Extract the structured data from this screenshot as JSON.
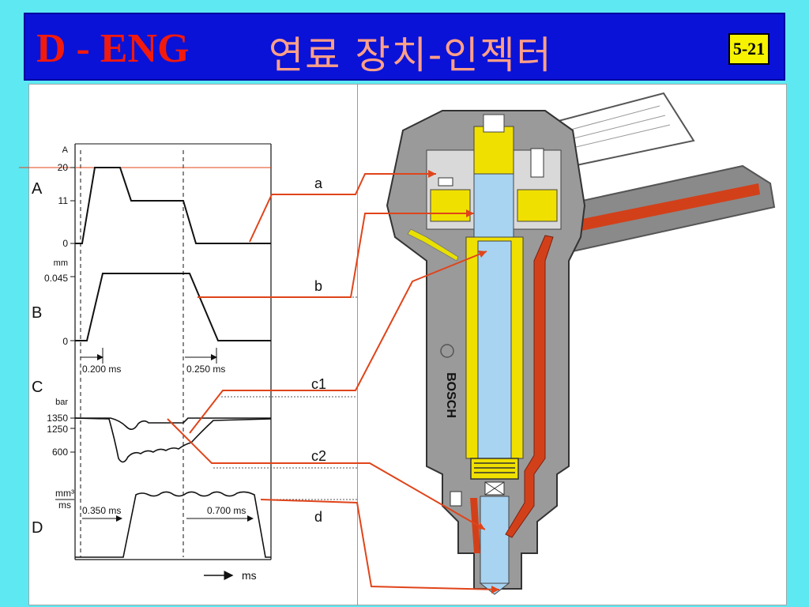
{
  "title": {
    "main": "D - ENG",
    "korean": "연료 장치-인젝터",
    "badge": "5-21"
  },
  "graph": {
    "panel_a": {
      "label": "A",
      "unit": "A",
      "ticks": [
        "20",
        "11",
        "0"
      ]
    },
    "panel_b": {
      "label": "B",
      "unit": "mm",
      "ticks": [
        "0.045",
        "0"
      ]
    },
    "panel_c": {
      "label": "C",
      "unit": "bar",
      "ticks": [
        "1350",
        "1250",
        "600"
      ]
    },
    "panel_d": {
      "label": "D",
      "unit_top": "mm³",
      "unit_bottom": "ms"
    },
    "intervals": {
      "t1": "0.200 ms",
      "t2": "0.250 ms",
      "t3": "0.350 ms",
      "t4": "0.700 ms"
    },
    "x_axis": "ms"
  },
  "callouts": [
    "a",
    "b",
    "c1",
    "c2",
    "d"
  ],
  "injector": {
    "brand_text": "BOSCH"
  },
  "colors": {
    "background": "#5ee8f2",
    "title_bar": "#0a12d8",
    "title_red": "#f21a0c",
    "title_pink": "#ff9f87",
    "badge": "#f7f200",
    "leader": "#e0441a",
    "fuel_red": "#d2401a",
    "needle_blue": "#a8d4f2",
    "yellow_part": "#f0e000",
    "body_gray": "#9a9a9a"
  }
}
